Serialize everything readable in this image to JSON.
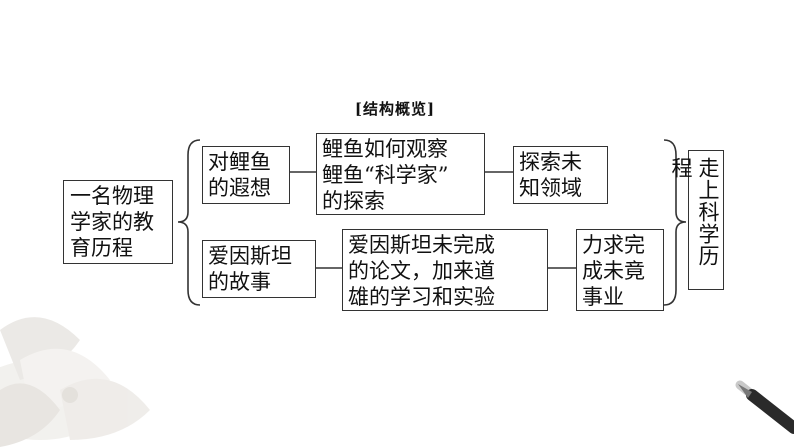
{
  "diagram": {
    "section_title": "[结构概览]",
    "root": "一名物理学家的教育历程",
    "conclusion": "走上科学历程",
    "branches": [
      {
        "topic": "对鲤鱼的遐想",
        "detail": "鲤鱼如何观察\n鲤鱼“科学家”\n的探索",
        "result": "探索未知领域"
      },
      {
        "topic": "爱因斯坦的故事",
        "detail": "爱因斯坦未完成\n的论文，加来道\n雄的学习和实验",
        "result": "力求完成未竟事业"
      }
    ]
  }
}
